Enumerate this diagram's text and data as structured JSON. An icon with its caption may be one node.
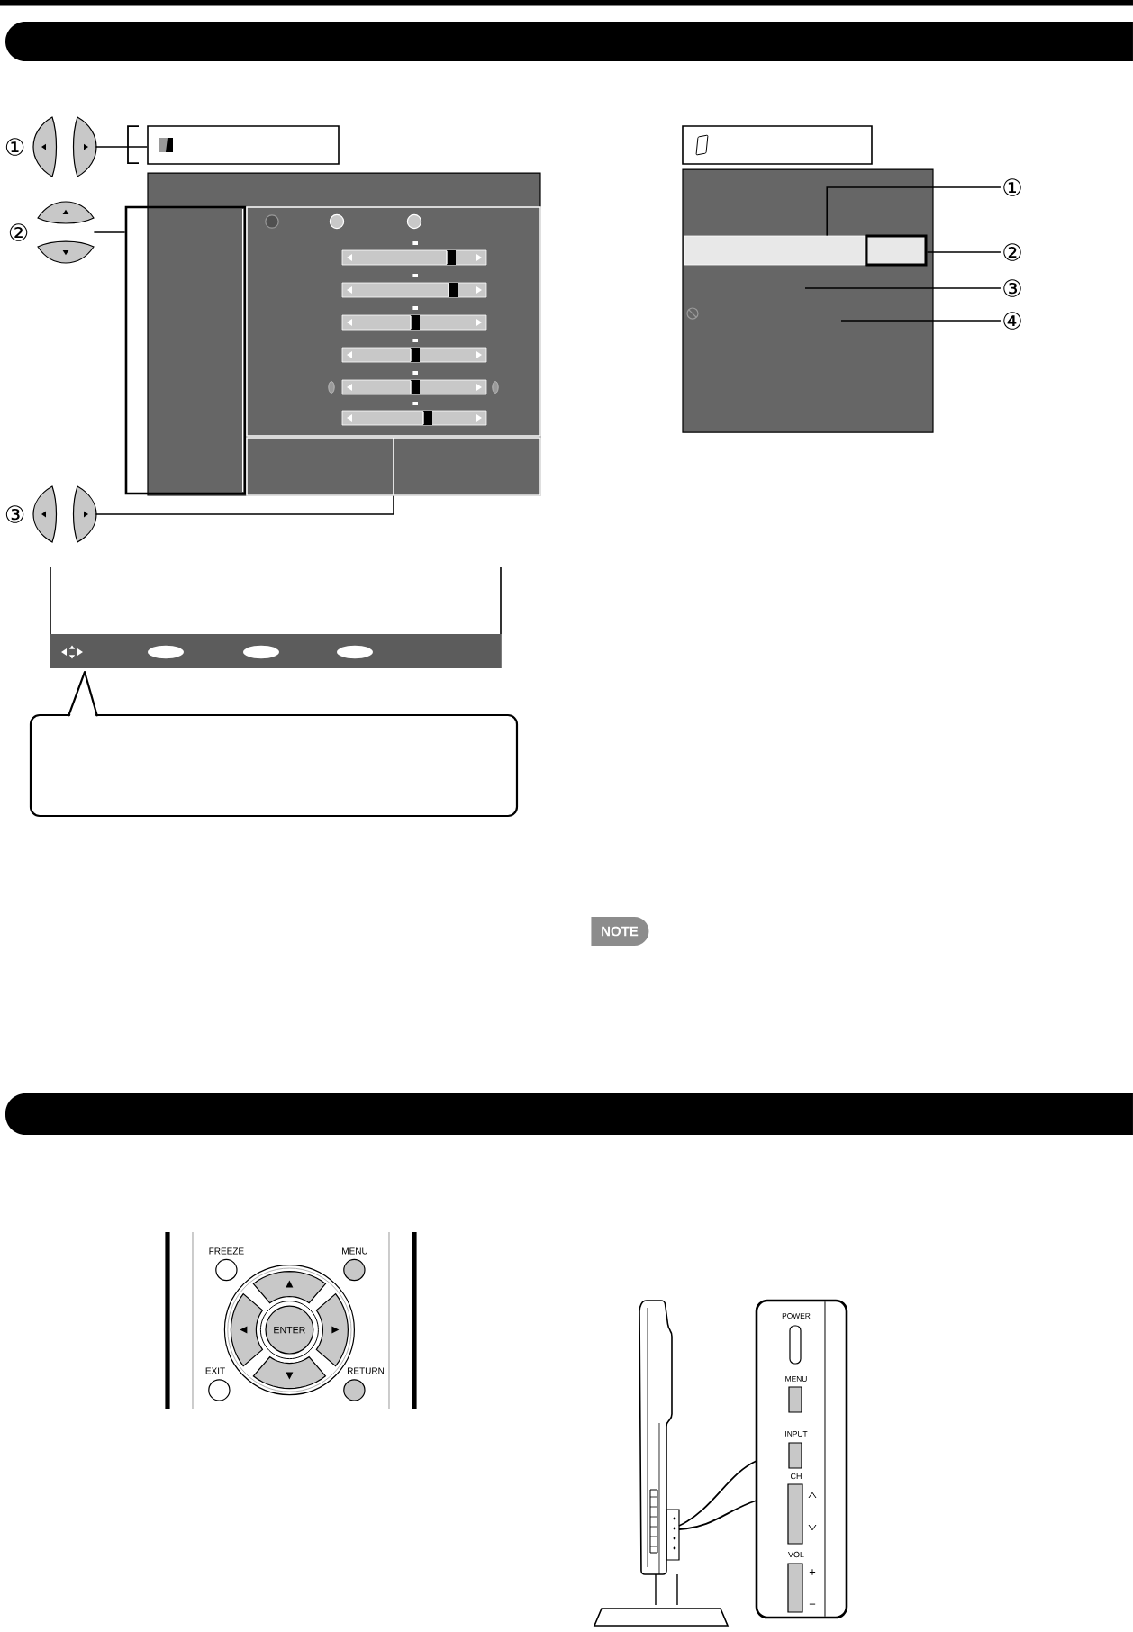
{
  "diagram": {
    "nodes": [
      {
        "text": [],
        "shape": "picture",
        "beside": [
          "①"
        ]
      },
      {
        "text": [],
        "shape": "box"
      },
      {
        "text": [],
        "shape": "picture",
        "beside": [
          "②"
        ]
      },
      {
        "text": [],
        "shape": "box"
      },
      {
        "text": [],
        "shape": "box"
      },
      {
        "text": [],
        "shape": "box",
        "in": 3
      },
      {
        "text": [],
        "shape": "box",
        "in": 3
      },
      {
        "text": [],
        "shape": "picture",
        "beside": [
          "③"
        ]
      },
      {
        "text": [],
        "shape": "box"
      },
      {
        "text": [],
        "shape": "box"
      },
      {
        "text": [],
        "shape": "box",
        "in": 9
      },
      {
        "text": [],
        "shape": "box",
        "in": 9
      },
      {
        "text": [
          "①"
        ]
      },
      {
        "text": [
          "②"
        ]
      },
      {
        "text": [
          "③"
        ]
      },
      {
        "text": [
          "④"
        ]
      },
      {
        "text": [],
        "shape": "box"
      },
      {
        "text": [],
        "shape": "box"
      },
      {
        "text": [
          "NOTE"
        ]
      }
    ],
    "edges": [
      {
        "from": 0,
        "to": 1,
        "arrow": "none"
      },
      {
        "from": 2,
        "to": 4,
        "arrow": "none"
      },
      {
        "from": 7,
        "to": 6,
        "arrow": "none"
      },
      {
        "from": 12,
        "to": 10,
        "arrow": "none"
      },
      {
        "from": 13,
        "to": 11,
        "arrow": "none"
      },
      {
        "from": 14,
        "to": null,
        "arrow": "none"
      },
      {
        "from": 15,
        "to": null,
        "arrow": "none"
      }
    ],
    "labels": [
      "FREEZE",
      "MENU",
      "ENTER",
      "EXIT",
      "RETURN",
      "POWER",
      "MENU",
      "INPUT",
      "CH",
      "VOL",
      "+",
      "−"
    ]
  }
}
